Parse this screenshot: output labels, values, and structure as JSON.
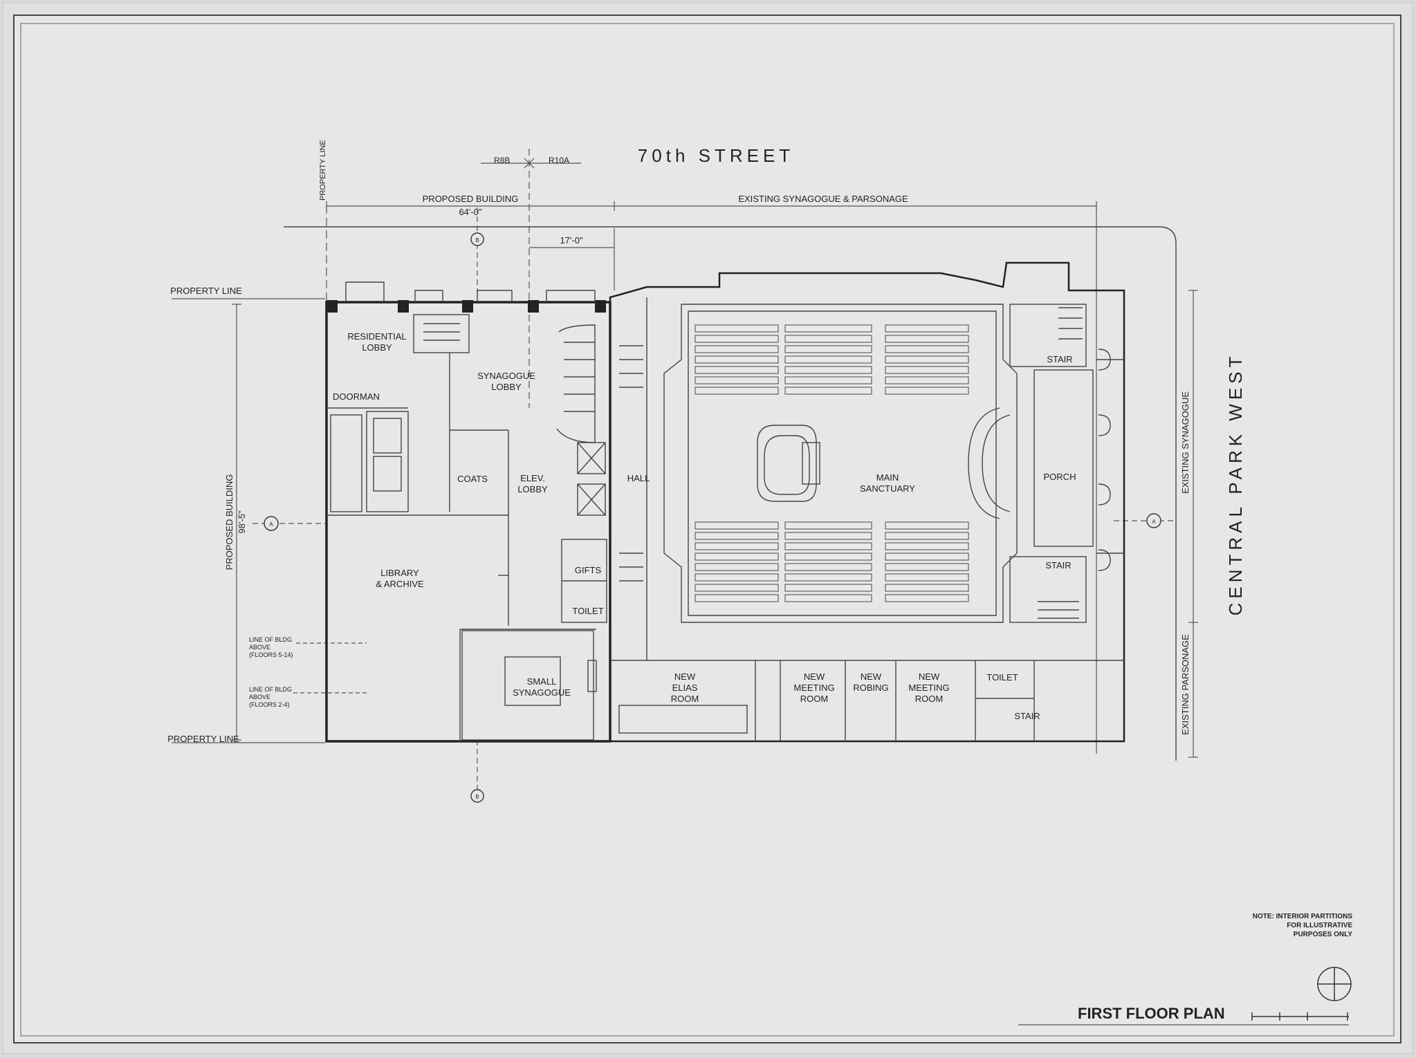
{
  "streets": {
    "north": "70th STREET",
    "east": "CENTRAL PARK WEST"
  },
  "zoning": {
    "left": "R8B",
    "right": "R10A"
  },
  "property_line": "PROPERTY LINE",
  "dimensions": {
    "proposed_building_label": "PROPOSED BUILDING",
    "proposed_building_width": "64'-0\"",
    "setback": "17'-0\"",
    "existing_label": "EXISTING SYNAGOGUE & PARSONAGE",
    "proposed_building_depth": "98'-5\"",
    "existing_synagogue_side": "EXISTING SYNAGOGUE",
    "existing_parsonage_side": "EXISTING PARSONAGE"
  },
  "bldg_lines": {
    "upper": [
      "LINE OF BLDG",
      "ABOVE",
      "(FLOORS 5-14)"
    ],
    "lower": [
      "LINE OF BLDG",
      "ABOVE",
      "(FLOORS 2-4)"
    ]
  },
  "markers": {
    "b": "B",
    "a": "A"
  },
  "rooms": {
    "residential_lobby": [
      "RESIDENTIAL",
      "LOBBY"
    ],
    "doorman": "DOORMAN",
    "synagogue_lobby": [
      "SYNAGOGUE",
      "LOBBY"
    ],
    "coats": "COATS",
    "elev_lobby": [
      "ELEV.",
      "LOBBY"
    ],
    "hall": "HALL",
    "library": [
      "LIBRARY",
      "& ARCHIVE"
    ],
    "gifts": "GIFTS",
    "toilet_left": "TOILET",
    "small_synagogue": [
      "SMALL",
      "SYNAGOGUE"
    ],
    "main_sanctuary": [
      "MAIN",
      "SANCTUARY"
    ],
    "porch": "PORCH",
    "stair_top": "STAIR",
    "stair_mid": "STAIR",
    "stair_bottom": "STAIR",
    "new_elias": [
      "NEW",
      "ELIAS",
      "ROOM"
    ],
    "new_meeting_1": [
      "NEW",
      "MEETING",
      "ROOM"
    ],
    "new_robing": [
      "NEW",
      "ROBING"
    ],
    "new_meeting_2": [
      "NEW",
      "MEETING",
      "ROOM"
    ],
    "toilet_right": "TOILET"
  },
  "note": [
    "NOTE: INTERIOR PARTITIONS",
    "FOR ILLUSTRATIVE",
    "PURPOSES ONLY"
  ],
  "title": "FIRST FLOOR PLAN"
}
